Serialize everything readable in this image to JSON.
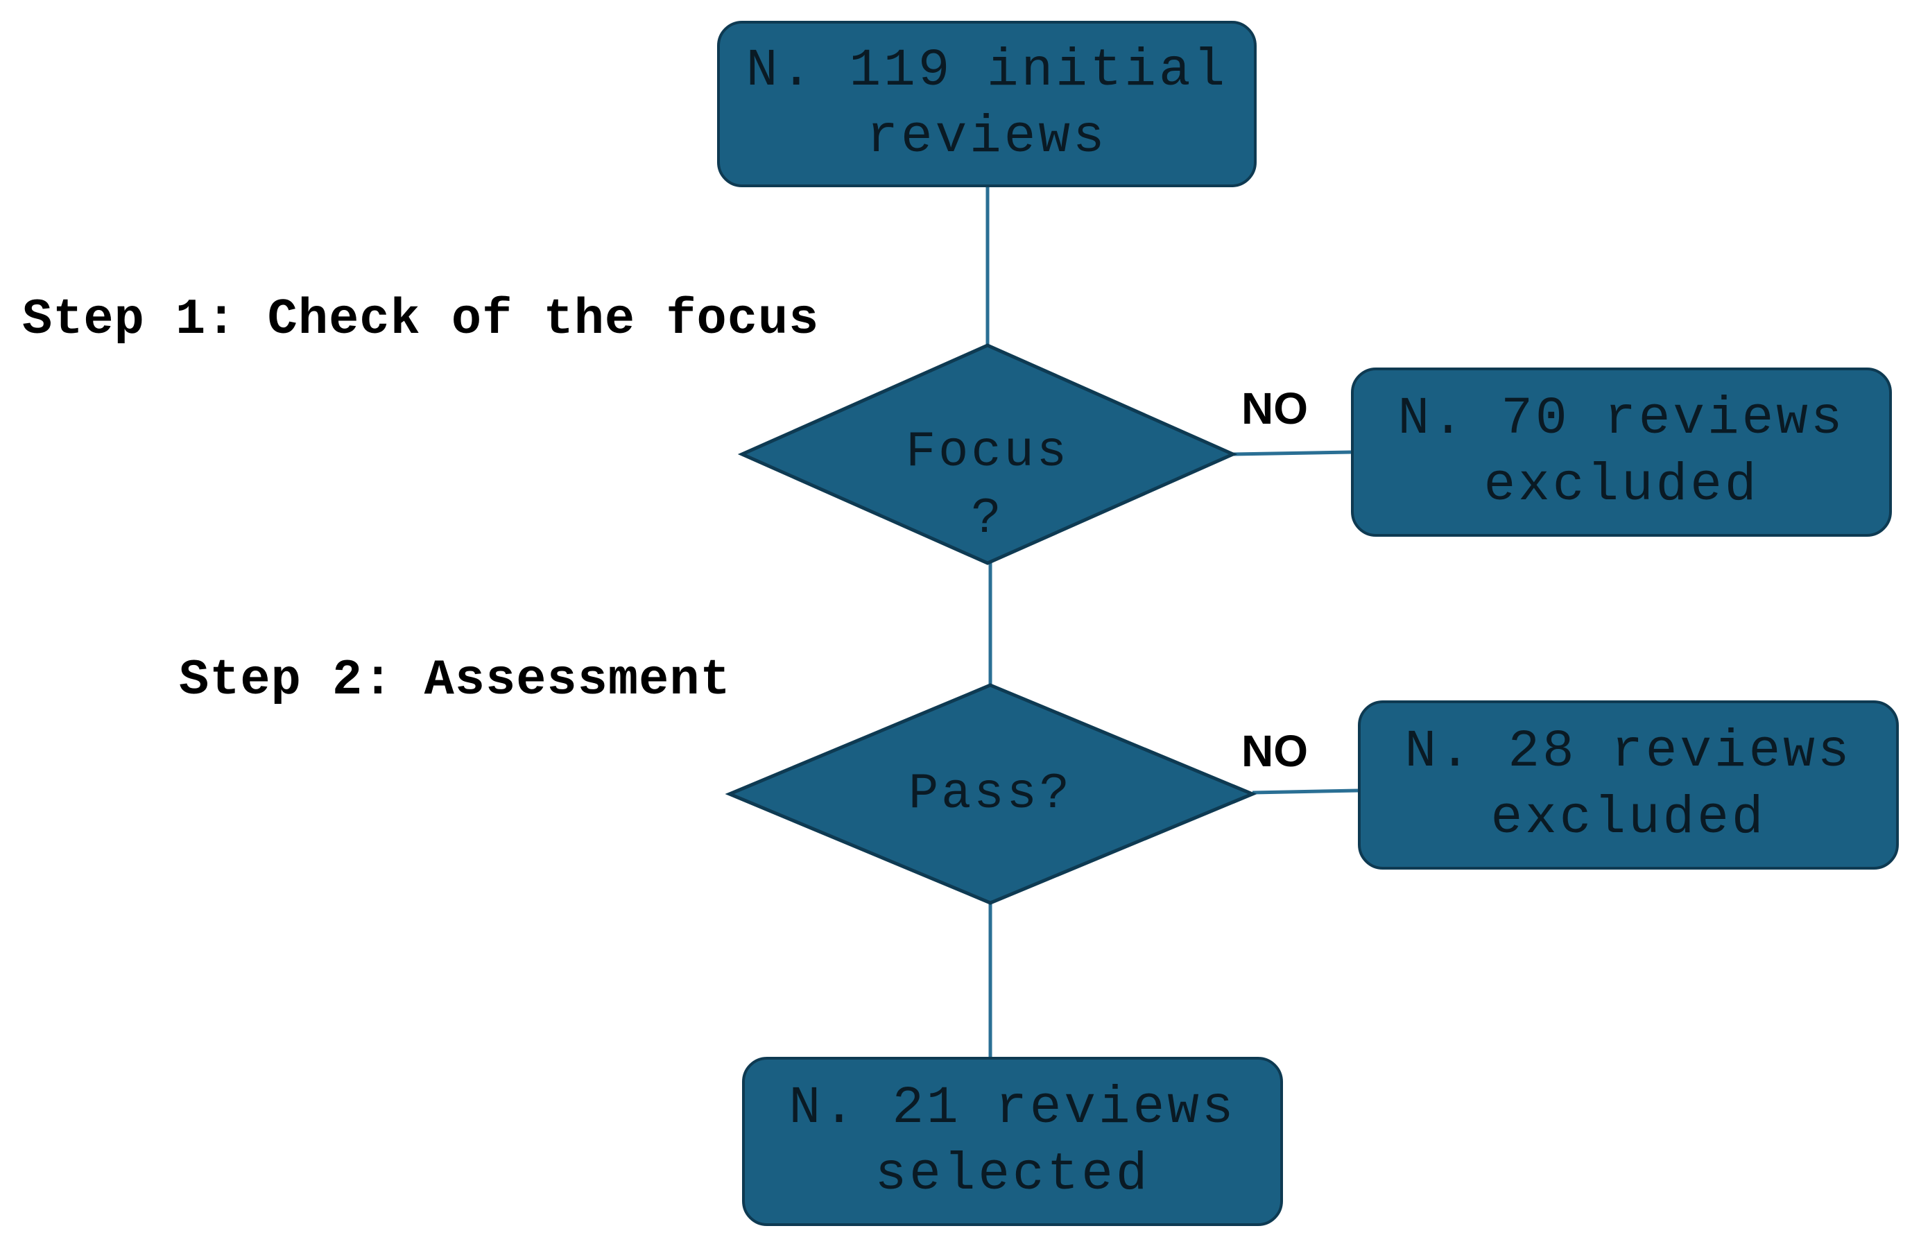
{
  "nodes": {
    "initial": {
      "line1": "N. 119 initial",
      "line2": "reviews"
    },
    "excluded_focus": {
      "line1": "N. 70 reviews",
      "line2": "excluded"
    },
    "excluded_pass": {
      "line1": "N. 28 reviews",
      "line2": "excluded"
    },
    "selected": {
      "line1": "N. 21 reviews",
      "line2": "selected"
    }
  },
  "decisions": {
    "focus": {
      "line1": "Focus",
      "line2": "?"
    },
    "pass": {
      "line1": "Pass?"
    }
  },
  "steps": {
    "step1": "Step 1: Check of the focus",
    "step2": "Step 2: Assessment"
  },
  "edges": {
    "no_label_1": "NO",
    "no_label_2": "NO"
  },
  "colors": {
    "fill": "#1a5f82",
    "border": "#0e3a52",
    "connector": "#2a6f94",
    "text": "#0a1a24"
  }
}
